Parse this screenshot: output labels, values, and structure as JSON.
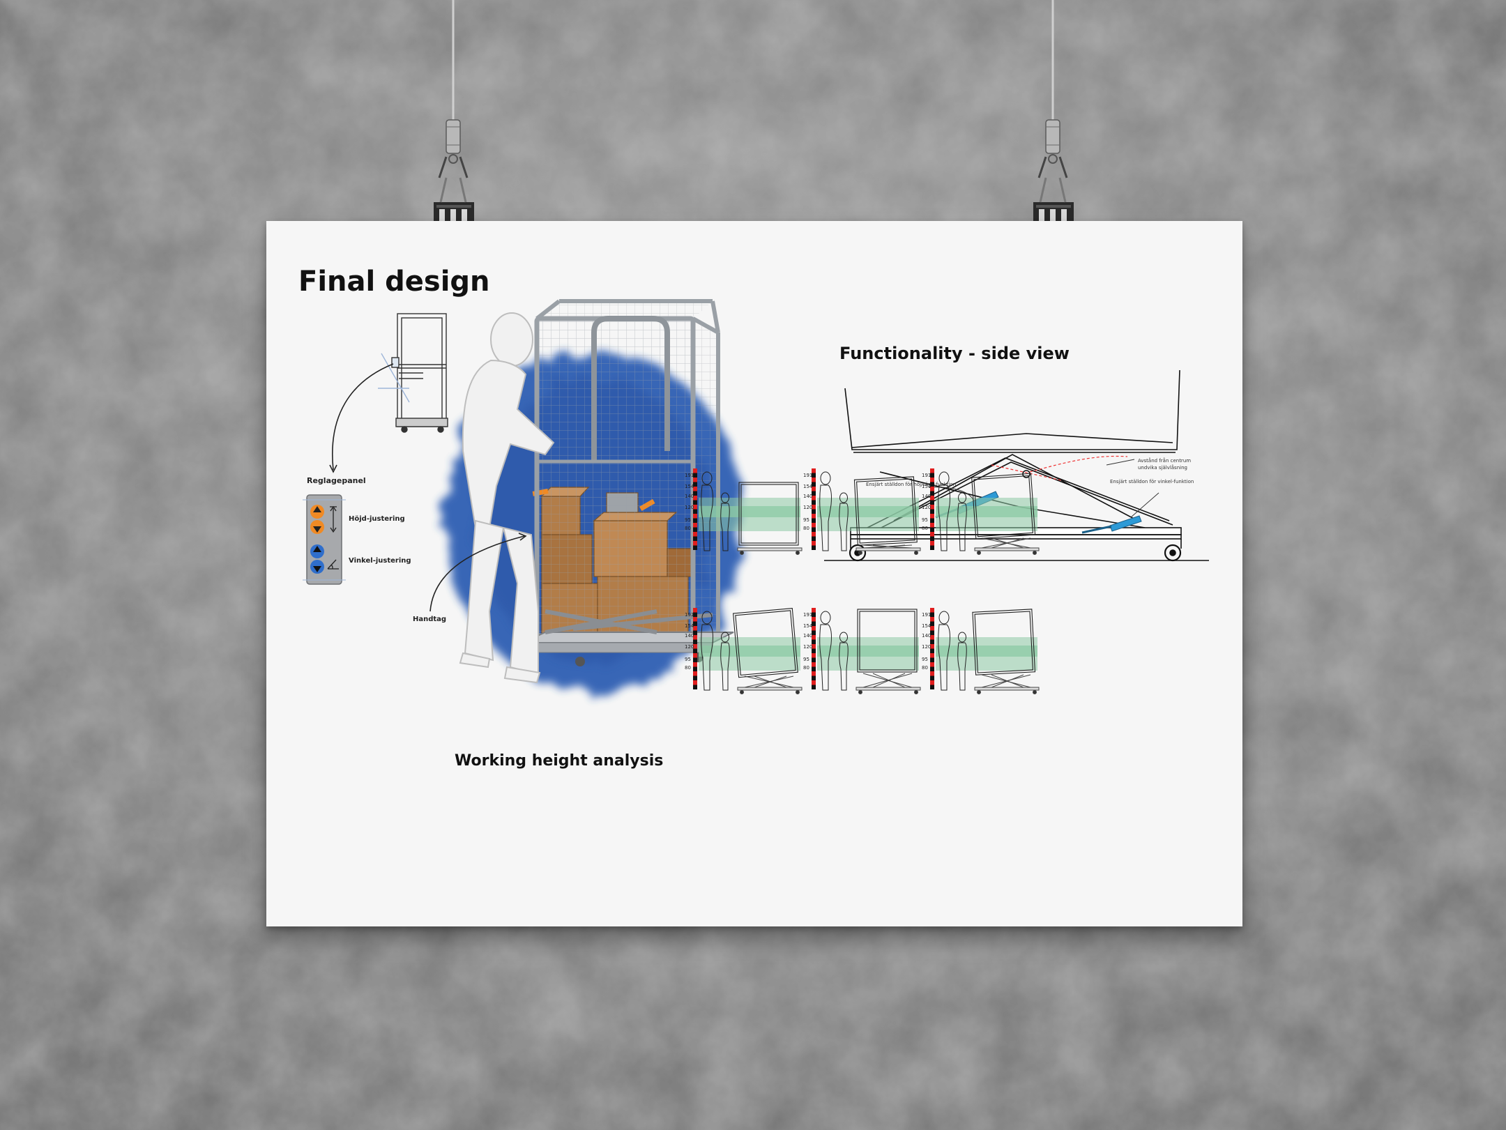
{
  "poster": {
    "title": "Final design",
    "control_panel": {
      "heading": "Reglagepanel",
      "height_label": "Höjd-justering",
      "angle_label": "Vinkel-justering"
    },
    "handle_label": "Handtag",
    "side_view": {
      "heading": "Functionality - side view",
      "note_left": "Ensjärt ställdon för höj/sänk-funktion",
      "note_top_1": "Avstånd från centrum",
      "note_top_2": "undvika självlåsning",
      "note_right": "Ensjärt ställdon för vinkel-funktion"
    },
    "analysis": {
      "heading": "Working height analysis",
      "scale_ticks": [
        "191",
        "154",
        "140",
        "120",
        "95",
        "80"
      ]
    }
  },
  "colors": {
    "poster_bg": "#f6f6f6",
    "wall": "#8d8d8d",
    "splash_blue": "#2f5fb3",
    "actuator_blue": "#2d9ad6",
    "accent_orange": "#f08a24",
    "box_brown": "#b27d49",
    "zone_green": "#8cc9a4",
    "scale_red": "#e01e1e"
  }
}
